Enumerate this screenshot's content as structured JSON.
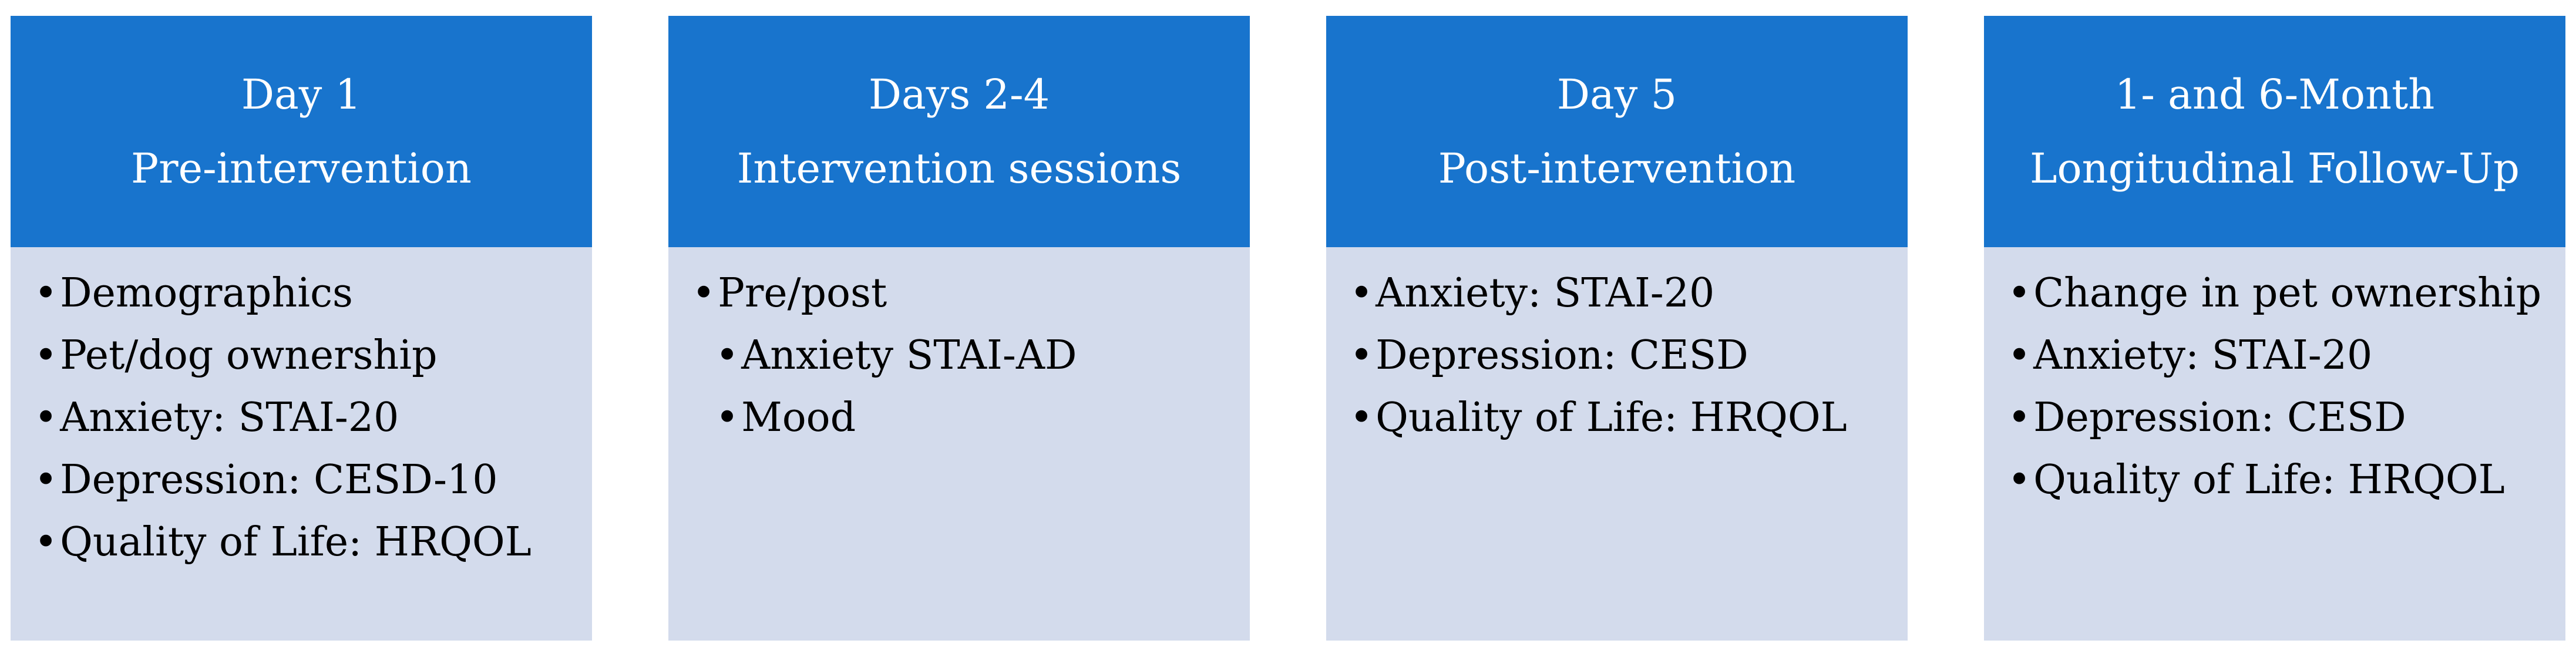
{
  "panels": [
    {
      "header": [
        "Day 1",
        "Pre-intervention"
      ],
      "items": [
        {
          "text": "Demographics",
          "level": 0
        },
        {
          "text": "Pet/dog ownership",
          "level": 0
        },
        {
          "text": "Anxiety: STAI-20",
          "level": 0
        },
        {
          "text": "Depression: CESD-10",
          "level": 0
        },
        {
          "text": "Quality of Life: HRQOL",
          "level": 0
        }
      ]
    },
    {
      "header": [
        "Days 2-4",
        "Intervention sessions"
      ],
      "items": [
        {
          "text": "Pre/post",
          "level": 0
        },
        {
          "text": "Anxiety STAI-AD",
          "level": 1
        },
        {
          "text": "Mood",
          "level": 1
        }
      ]
    },
    {
      "header": [
        "Day 5",
        "Post-intervention"
      ],
      "items": [
        {
          "text": "Anxiety: STAI-20",
          "level": 0
        },
        {
          "text": "Depression: CESD",
          "level": 0
        },
        {
          "text": "Quality of Life: HRQOL",
          "level": 0
        }
      ]
    },
    {
      "header": [
        "1- and 6-Month",
        "Longitudinal Follow-Up"
      ],
      "items": [
        {
          "text": "Change in pet ownership",
          "level": 0
        },
        {
          "text": "Anxiety: STAI-20",
          "level": 0
        },
        {
          "text": "Depression: CESD",
          "level": 0
        },
        {
          "text": "Quality of Life: HRQOL",
          "level": 0
        }
      ]
    }
  ],
  "bullet_symbol": "•",
  "colors": {
    "header_bg": "#1874cd",
    "header_text": "#ffffff",
    "body_bg": "#d3dbec",
    "body_text": "#000000"
  }
}
